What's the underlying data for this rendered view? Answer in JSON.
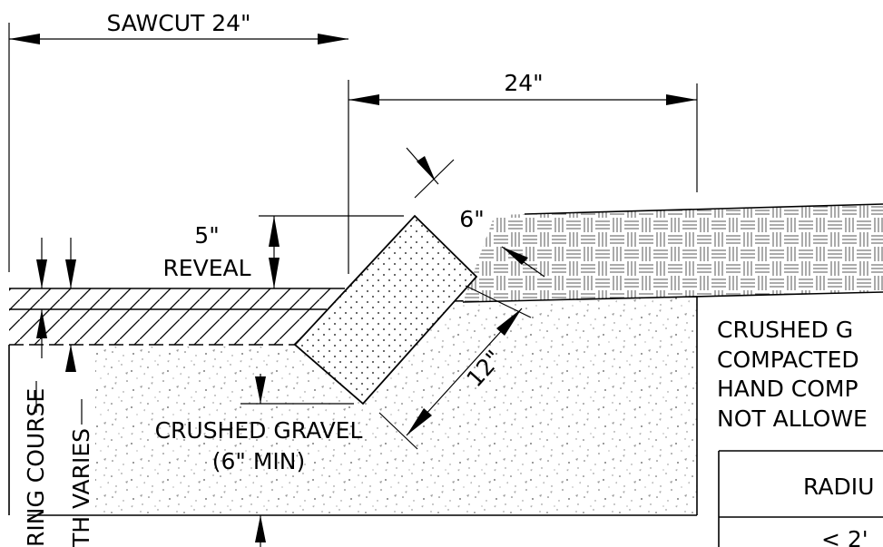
{
  "dimensions": {
    "sawcut": "SAWCUT 24\"",
    "width_24": "24\"",
    "thickness_6": "6\"",
    "depth_12": "12\"",
    "reveal_value": "5\"",
    "reveal_label": "REVEAL"
  },
  "labels": {
    "gravel_line1": "CRUSHED GRAVEL",
    "gravel_line2": "(6\" MIN)",
    "left_course": "RING COURSE",
    "left_varies": "TH VARIES"
  },
  "notes": {
    "line1": "CRUSHED G",
    "line2": "COMPACTED",
    "line3": "HAND COMP",
    "line4": "NOT ALLOWE"
  },
  "table": {
    "header": "RADIU",
    "row1": "< 2'"
  }
}
